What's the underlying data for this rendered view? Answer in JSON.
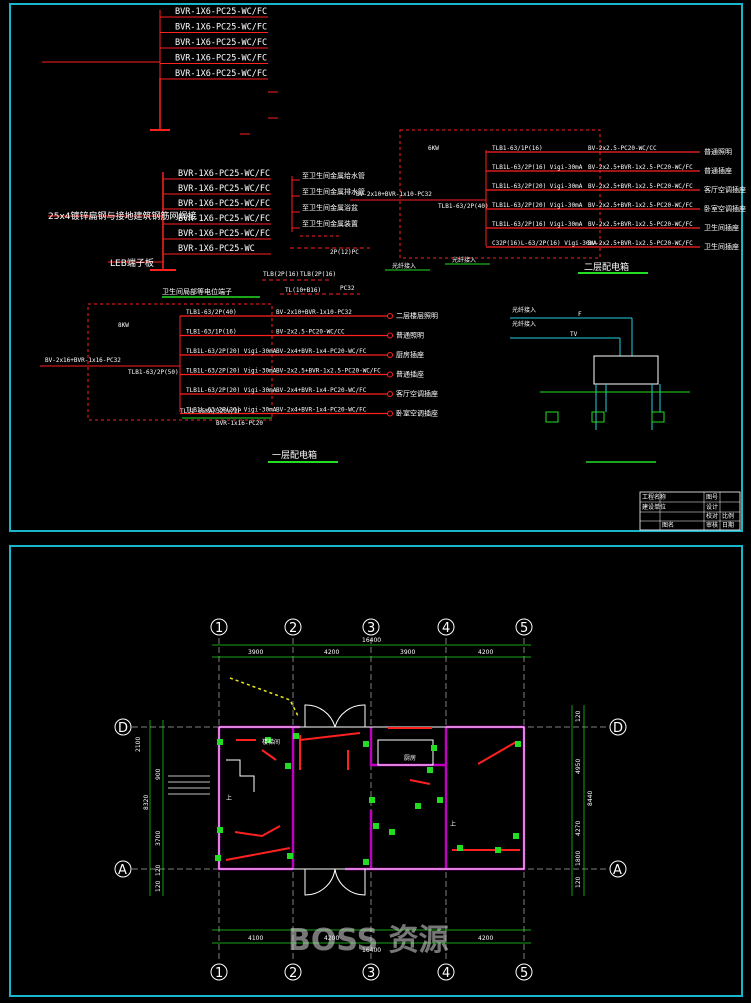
{
  "colors": {
    "border": "#18b6c8",
    "wire": "#ff2020",
    "green": "#22dd22",
    "cyan": "#22d0e0",
    "magenta": "#c000c0",
    "text": "#ffffff"
  },
  "top": {
    "riser1": [
      "BVR-1X6-PC25-WC/FC",
      "BVR-1X6-PC25-WC/FC",
      "BVR-1X6-PC25-WC/FC",
      "BVR-1X6-PC25-WC/FC",
      "BVR-1X6-PC25-WC/FC"
    ],
    "riser2": [
      "BVR-1X6-PC25-WC/FC",
      "BVR-1X6-PC25-WC/FC",
      "BVR-1X6-PC25-WC/FC",
      "BVR-1X6-PC25-WC/FC",
      "BVR-1X6-PC25-WC/FC",
      "BVR-1X6-PC25-WC"
    ],
    "steel_note": "25x4镀锌扁钢与接地建筑钢筋网焊接",
    "leb": "LEB端子板",
    "bath_items": [
      "至卫生间金属给水管",
      "至卫生间金属排水管",
      "至卫生间金属浴盆",
      "至卫生间金属装置"
    ],
    "floor1": {
      "kw": "8KW",
      "feed": "BV-2x16+BVR-1x16-PC32",
      "main": "TLB1-63/2P(50)",
      "breakers": [
        "TLB1-63/2P(40)",
        "TLB1-63/1P(16)",
        "TLB1L-63/2P(20) Vigi-30mA",
        "TLB1L-63/2P(20) Vigi-30mA",
        "TLB1L-63/2P(20) Vigi-30mA",
        "TLB1L-63/2P(20) Vigi-30mA"
      ],
      "cables": [
        "BV-2x10+BVR-1x10-PC32",
        "BV-2x2.5-PC20-WC/CC",
        "BV-2x4+BVR-1x4-PC20-WC/FC",
        "BV-2x2.5+BVR-1x2.5-PC20-WC/FC",
        "BV-2x4+BVR-1x4-PC20-WC/FC",
        "BV-2x4+BVR-1x4-PC20-WC/FC"
      ],
      "loads": [
        "二层楼层照明",
        "普通照明",
        "厨房插座",
        "普通插座",
        "客厅空调插座",
        "卧室空调插座"
      ],
      "spd": "TLU1-65KA/320V/2P",
      "spd_cable": "BVR-1x16-PC20",
      "title": "一层配电箱",
      "eq_label": "卫生间局部等电位端子"
    },
    "floor2": {
      "kw": "6KW",
      "feed": "BV-2x10+BVR-1x10-PC32",
      "main": "TLB1-63/2P(40)",
      "breakers": [
        "TLB1-63/1P(16)",
        "TLB1L-63/2P(16) Vigi-30mA",
        "TLB1L-63/2P(20) Vigi-30mA",
        "TLB1L-63/2P(20) Vigi-30mA",
        "TLB1L-63/2P(16) Vigi-30mA",
        "C32P(16)L-63/2P(16) Vigi-30mA"
      ],
      "cables": [
        "BV-2x2.5-PC20-WC/CC",
        "BV-2x2.5+BVR-1x2.5-PC20-WC/FC",
        "BV-2x2.5+BVR-1x2.5-PC20-WC/FC",
        "BV-2x2.5+BVR-1x2.5-PC20-WC/FC",
        "BV-2x2.5+BVR-1x2.5-PC20-WC/FC",
        "BV-2x2.5+BVR-1x2.5-PC20-WC/FC"
      ],
      "loads": [
        "普通照明",
        "普通插座",
        "客厅空调插座",
        "卧室空调插座",
        "卫生间插座",
        "卫生间插座"
      ],
      "title": "二层配电箱"
    },
    "mid_labels": [
      "TLB(2P(16)",
      "TLB(2P(16)",
      "TL(10+B16)",
      "PC32",
      "2P(12)PC"
    ],
    "tv": {
      "f": "F",
      "tv": "TV",
      "in1": "光纤接入",
      "in2": "光纤接入"
    },
    "titleblock": [
      "工程名称",
      "建设单位",
      "图号",
      "设计",
      "校对",
      "审核",
      "图名",
      "比例",
      "日期"
    ]
  },
  "bottom": {
    "axes_top": [
      "1",
      "2",
      "3",
      "4",
      "5"
    ],
    "axes_bottom": [
      "1",
      "2",
      "3",
      "4",
      "5"
    ],
    "total_dim": "16400",
    "dims_top": [
      "3900",
      "4200",
      "3900",
      "4200"
    ],
    "dims_bottom": [
      "4100",
      "4200",
      "4200"
    ],
    "left_dims": [
      "2100",
      "8320",
      "3700",
      "120",
      "120",
      "900"
    ],
    "right_dims": [
      "120",
      "4950",
      "8440",
      "4270",
      "1800",
      "120"
    ],
    "row_labels": [
      "D",
      "A"
    ],
    "rooms": [
      "楼梯间",
      "厨房",
      "上",
      "上"
    ]
  },
  "watermark": "BOSS 资源"
}
